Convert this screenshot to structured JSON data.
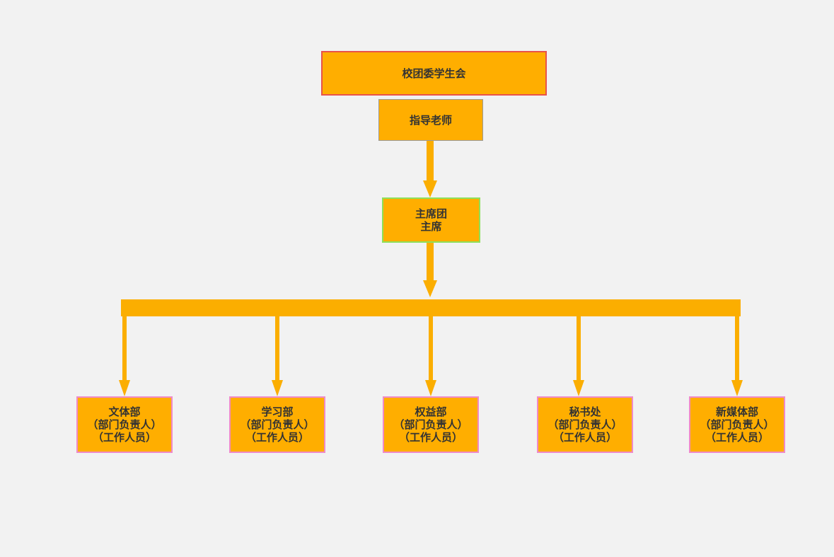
{
  "colors": {
    "background": "#f2f2f2",
    "node_fill": "#ffae00",
    "connector": "#fbae00",
    "text": "#333333",
    "root_border": "#e8534a",
    "advisor_border": "#9a9a9a",
    "presidium_border": "#8ee05a",
    "department_border": "#f08ac8"
  },
  "nodes": {
    "root": {
      "label": "校团委学生会"
    },
    "advisor": {
      "label": "指导老师"
    },
    "presidium": {
      "line1": "主席团",
      "line2": "主席"
    },
    "departments": [
      {
        "name": "文体部",
        "line2": "（部门负责人）",
        "line3": "（工作人员）"
      },
      {
        "name": "学习部",
        "line2": "（部门负责人）",
        "line3": "（工作人员）"
      },
      {
        "name": "权益部",
        "line2": "（部门负责人）",
        "line3": "（工作人员）"
      },
      {
        "name": "秘书处",
        "line2": "（部门负责人）",
        "line3": "（工作人员）"
      },
      {
        "name": "新媒体部",
        "line2": "（部门负责人）",
        "line3": "（工作人员）"
      }
    ]
  }
}
